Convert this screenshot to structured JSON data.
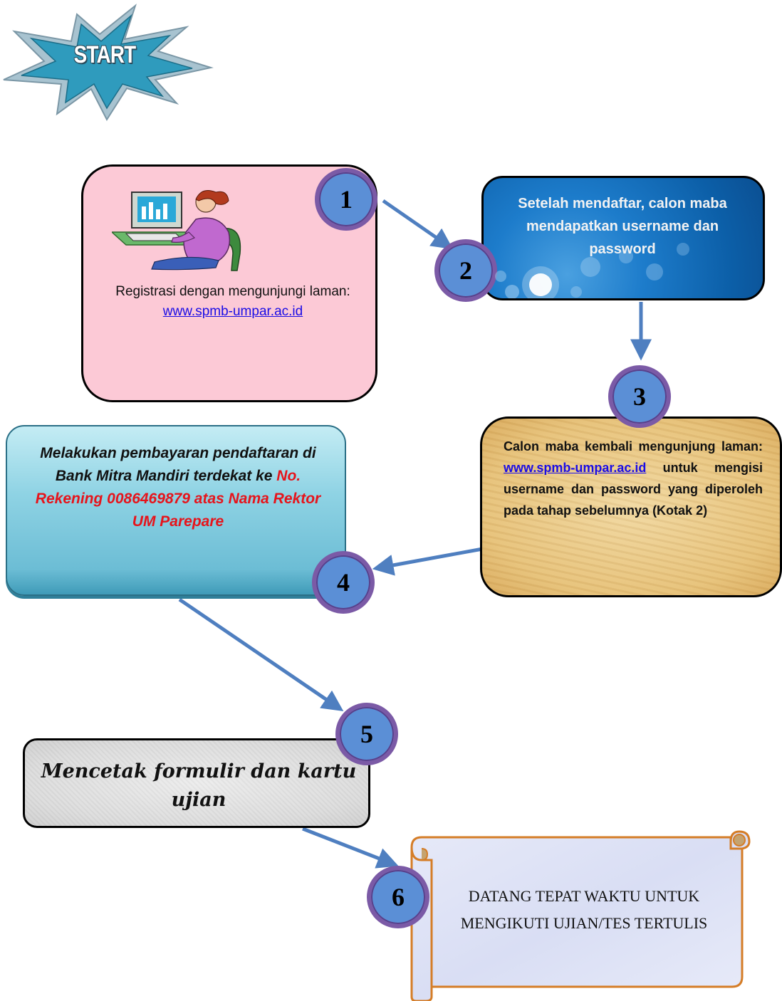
{
  "start": {
    "label": "START"
  },
  "steps": [
    {
      "number": "1",
      "text": "Registrasi dengan mengunjungi laman: ",
      "link": "www.spmb-umpar.ac.id"
    },
    {
      "number": "2",
      "text": "Setelah mendaftar, calon maba mendapatkan username dan password"
    },
    {
      "number": "3",
      "text_before": "Calon maba kembali mengunjung laman: ",
      "link": "www.spmb-umpar.ac.id",
      "text_after": " untuk mengisi username dan password yang diperoleh pada tahap sebelumnya (Kotak 2)"
    },
    {
      "number": "4",
      "text": "Melakukan pembayaran pendaftaran di Bank Mitra Mandiri terdekat ke ",
      "highlight": "No. Rekening 0086469879 atas Nama Rektor UM Parepare"
    },
    {
      "number": "5",
      "text": "Mencetak formulir dan kartu ujian"
    },
    {
      "number": "6",
      "text": "DATANG TEPAT WAKTU UNTUK MENGIKUTI UJIAN/TES TERTULIS"
    }
  ],
  "colors": {
    "box1": "#fcc9d6",
    "box2": "#1d7ccb",
    "box3": "#e7c27a",
    "box4": "#8fd3e4",
    "box5": "#dcdcdc",
    "box6": "#dfe4f6",
    "circle_fill": "#5b8fd6",
    "circle_border": "#7b5aa6",
    "arrow": "#4f7fc0",
    "highlight": "#e6141b",
    "link": "#1a0ce6"
  },
  "icons": {
    "step1_illustration": "computer-user-icon",
    "start": "starburst-icon"
  }
}
